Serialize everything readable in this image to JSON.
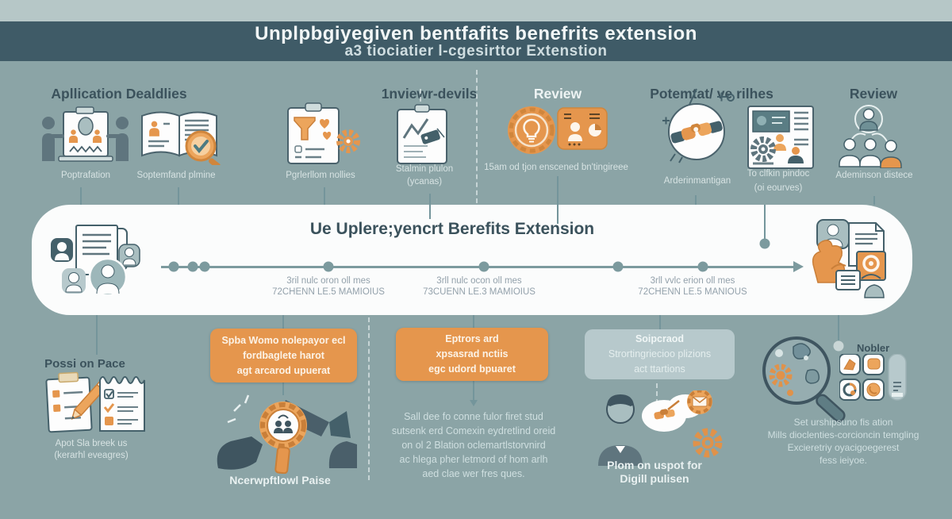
{
  "colors": {
    "background": "#8ba4a6",
    "header_band": "#3f5b67",
    "panel": "#fbfcfc",
    "accent_orange": "#e5964d",
    "line_teal": "#7c9a9e",
    "text_slate": "#3b525c",
    "caption_light": "#d7e3e3",
    "box_gray": "#b7c9cc"
  },
  "header": {
    "line1": "Unplpbgiyegiven bentfafits benefrits extension",
    "line2": "a3 tiociatier l-cgesirttor Extenstion"
  },
  "columns": {
    "c1": "Apllication Dealdlies",
    "c2": "1nviewr-devils",
    "c3": "Review",
    "c4": "Potemtat/ ve rilhes",
    "c5": "Review"
  },
  "captions": {
    "c1": "Poptrafation",
    "c2": "Soptemfand plmine",
    "c3": "Pgrlerllom nollies",
    "c4a": "Stalmin plulon",
    "c4b": "(ycanas)",
    "c5": "15am od tjon enscened bn'tingireee",
    "c6": "Arderinmantigan",
    "c7a": "To clfkin pindoc",
    "c7b": "(oi eourves)",
    "c8": "Ademinson distece"
  },
  "banner": {
    "title": "Ue Uplere;yencrt Berefits Extension",
    "milestones": [
      {
        "l1": "3ril nulc oron oll mes",
        "l2": "72CHENN LE.5 MAMIOIUS"
      },
      {
        "l1": "3rll nulc ocon oll mes",
        "l2": "73CUENN LE.3 MAMIOIUS"
      },
      {
        "l1": "3rll vvlc erion oll mes",
        "l2": "72CHENN LE.5 MANIOUS"
      }
    ]
  },
  "bottom": {
    "left_title": "Possi on Pace",
    "left_cap1": "Apot Sla breek us",
    "left_cap2": "(kerarhl eveagres)",
    "box1": [
      "Spba Womo nolepayor ecl",
      "fordbaglete harot",
      "agt arcarod upuerat"
    ],
    "box1_caption": "Ncerwpftlowl Paise",
    "box2": [
      "Eptrors ard",
      "xpsasrad nctiis",
      "egc udord bpuaret"
    ],
    "para_mid": [
      "Sall dee fo conne fulor firet stud",
      "sutsenk erd Comexin eydretlind oreid",
      "on ol 2 Blation oclemartlstorvnird",
      "ac hlega pher letmord of hom arlh",
      "aed clae wer fres ques."
    ],
    "box3": [
      "Soipcraod",
      "Strortingriecioo plizions",
      "act ttartions"
    ],
    "box3_cap1": "Plom on uspot for",
    "box3_cap2": "Digill pulisen",
    "right_label": "Nobler",
    "para_right": [
      "Set urshipsuno fis ation",
      "Mills dioclenties-corcioncin temgling",
      "Excieretriy oyacigoegerest",
      "fess ieiyoe."
    ]
  },
  "icons": {
    "i1": "presentation-poster",
    "i2": "book-review-magnifier",
    "i3": "clipboard-funnel-gear",
    "i4": "clipboard-chart-tag",
    "i5": "idea-bulb-card",
    "i6": "handshake-circle",
    "i7": "profile-document-gear",
    "i8": "org-chart-people",
    "banner_left": "team-documents",
    "banner_right": "applicant-handover",
    "bottom_left": "form-and-checklist",
    "megaphone": "hands-gear-magnifier",
    "person": "person-discussion-bubbles",
    "magnifier": "analysis-magnifier",
    "grid": "app-grid"
  }
}
